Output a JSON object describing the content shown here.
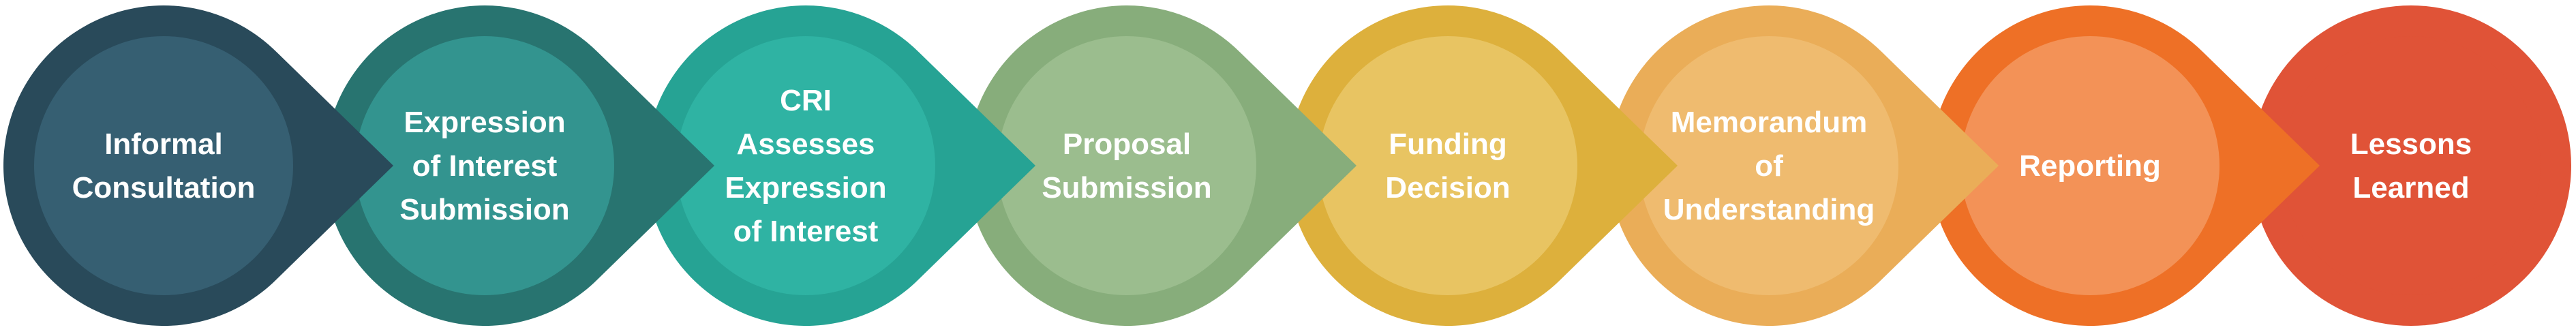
{
  "diagram": {
    "steps": [
      {
        "lines": [
          "Informal",
          "Consultation"
        ],
        "outer_color": "#294a5a",
        "inner_color": "#365f72",
        "arrow": true
      },
      {
        "lines": [
          "Expression",
          "of Interest",
          "Submission"
        ],
        "outer_color": "#287470",
        "inner_color": "#33948f",
        "arrow": true
      },
      {
        "lines": [
          "CRI",
          "Assesses",
          "Expression",
          "of Interest"
        ],
        "outer_color": "#26a394",
        "inner_color": "#2fb3a3",
        "arrow": true
      },
      {
        "lines": [
          "Proposal",
          "Submission"
        ],
        "outer_color": "#87ad7b",
        "inner_color": "#9bbd8e",
        "arrow": true
      },
      {
        "lines": [
          "Funding",
          "Decision"
        ],
        "outer_color": "#ddb03c",
        "inner_color": "#e8c462",
        "arrow": true
      },
      {
        "lines": [
          "Memorandum",
          "of",
          "Understanding"
        ],
        "outer_color": "#eaad58",
        "inner_color": "#efbb6f",
        "arrow": true
      },
      {
        "lines": [
          "Reporting"
        ],
        "outer_color": "#ee7026",
        "inner_color": "#f39257",
        "arrow": true
      },
      {
        "lines": [
          "Lessons",
          "Learned"
        ],
        "outer_color": "#e05337",
        "inner_color": "#e05337",
        "arrow": false
      }
    ]
  }
}
